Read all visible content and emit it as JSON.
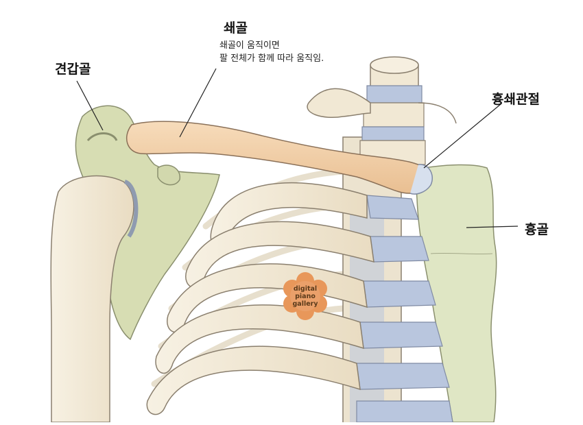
{
  "labels": {
    "scapula": "견갑골",
    "clavicle": "쇄골",
    "clavicle_desc_line1": "쇄골이 움직이면",
    "clavicle_desc_line2": "팔 전체가 함께 따라 움직임.",
    "sternoclavicular_joint": "흉쇄관절",
    "sternum": "흉골"
  },
  "watermark": {
    "line1": "digital",
    "line2": "piano",
    "line3": "gallery"
  },
  "colors": {
    "bone": "#f3ead7",
    "bone_outline": "#8a7f6e",
    "clavicle": "#f2cfa8",
    "scapula": "#d7ddb3",
    "sternum": "#dfe6c4",
    "cartilage": "#b9c6de",
    "watermark": "#e8975a"
  }
}
